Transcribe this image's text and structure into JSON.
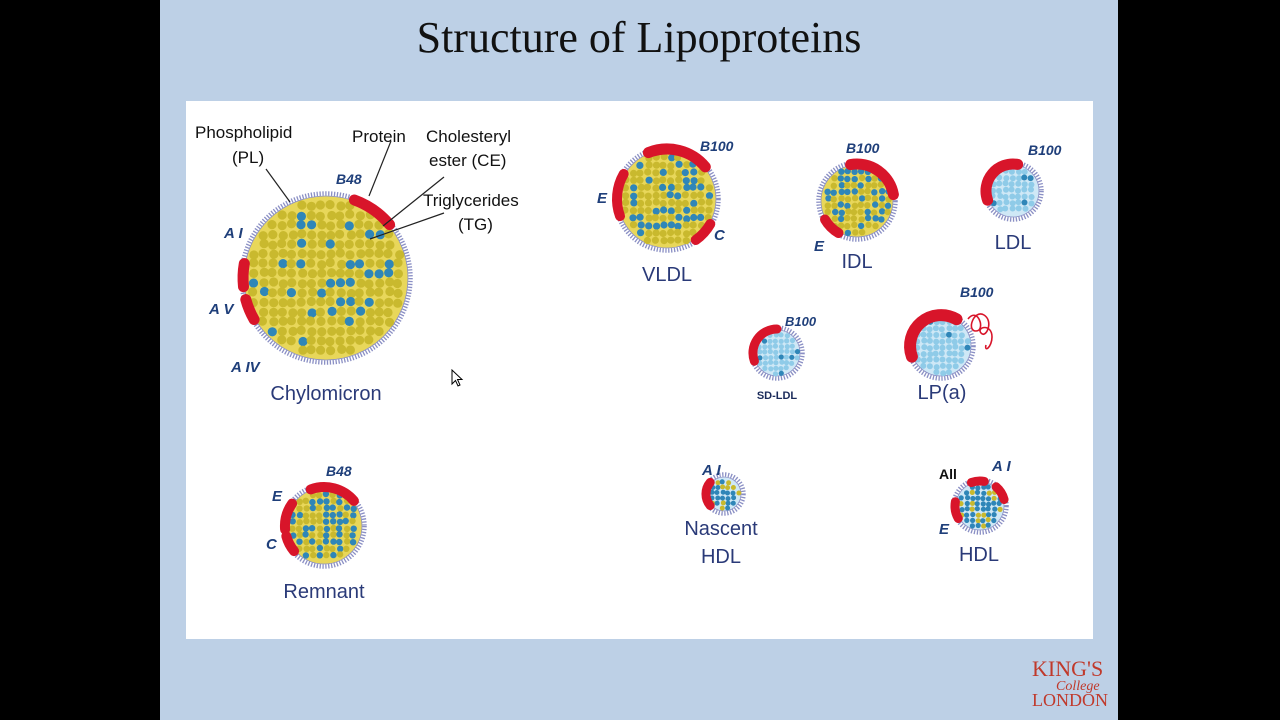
{
  "slide": {
    "title": "Structure of Lipoproteins"
  },
  "diagram": {
    "callouts": {
      "pl_line1": "Phospholipid",
      "pl_line2": "(PL)",
      "protein": "Protein",
      "ce_line1": "Cholesteryl",
      "ce_line2": "ester (CE)",
      "tg_line1": "Triglycerides",
      "tg_line2": "(TG)"
    },
    "particles": {
      "chylomicron": {
        "name": "Chylomicron",
        "apo_b": "B48",
        "apo_a1": "A I",
        "apo_av": "A V",
        "apo_aiv": "A IV"
      },
      "vldl": {
        "name": "VLDL",
        "apo_b": "B100",
        "apo_e": "E",
        "apo_c": "C"
      },
      "idl": {
        "name": "IDL",
        "apo_b": "B100",
        "apo_e": "E"
      },
      "ldl": {
        "name": "LDL",
        "apo_b": "B100"
      },
      "sdldl": {
        "name": "SD-LDL",
        "apo_b": "B100"
      },
      "lpa": {
        "name": "LP(a)",
        "apo_b": "B100"
      },
      "remnant": {
        "name": "Remnant",
        "apo_b": "B48",
        "apo_e": "E",
        "apo_c": "C"
      },
      "nascent_hdl": {
        "name_line1": "Nascent",
        "name_line2": "HDL",
        "apo_a1": "A I"
      },
      "hdl": {
        "name": "HDL",
        "apo_a1": "A I",
        "apo_aii": "All",
        "apo_e": "E"
      }
    },
    "colors": {
      "protein": "#d8152a",
      "triglyceride": "#c9b92e",
      "cholesteryl_ester": "#2f86b8",
      "ce_light": "#8fcbe8",
      "membrane": "#8a8fc4"
    }
  },
  "logo": {
    "line1": "KING'S",
    "line2": "College",
    "line3": "LONDON"
  }
}
